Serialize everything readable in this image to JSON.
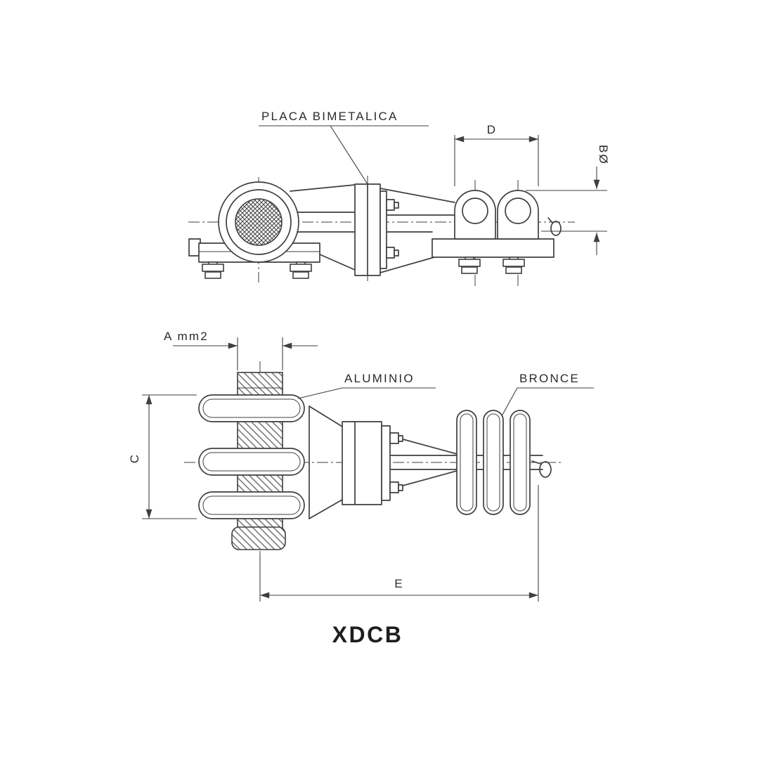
{
  "drawing": {
    "title": "XDCB",
    "callouts": {
      "placa_bimetalica": "PLACA BIMETALICA",
      "aluminio": "ALUMINIO",
      "bronce": "BRONCE"
    },
    "dimensions": {
      "d": "D",
      "b_dia": "BØ",
      "a_mm2": "A mm2",
      "c": "C",
      "e": "E"
    }
  },
  "colors": {
    "line": "#3f3f3f",
    "text": "#2b2b2b",
    "background": "#ffffff"
  }
}
